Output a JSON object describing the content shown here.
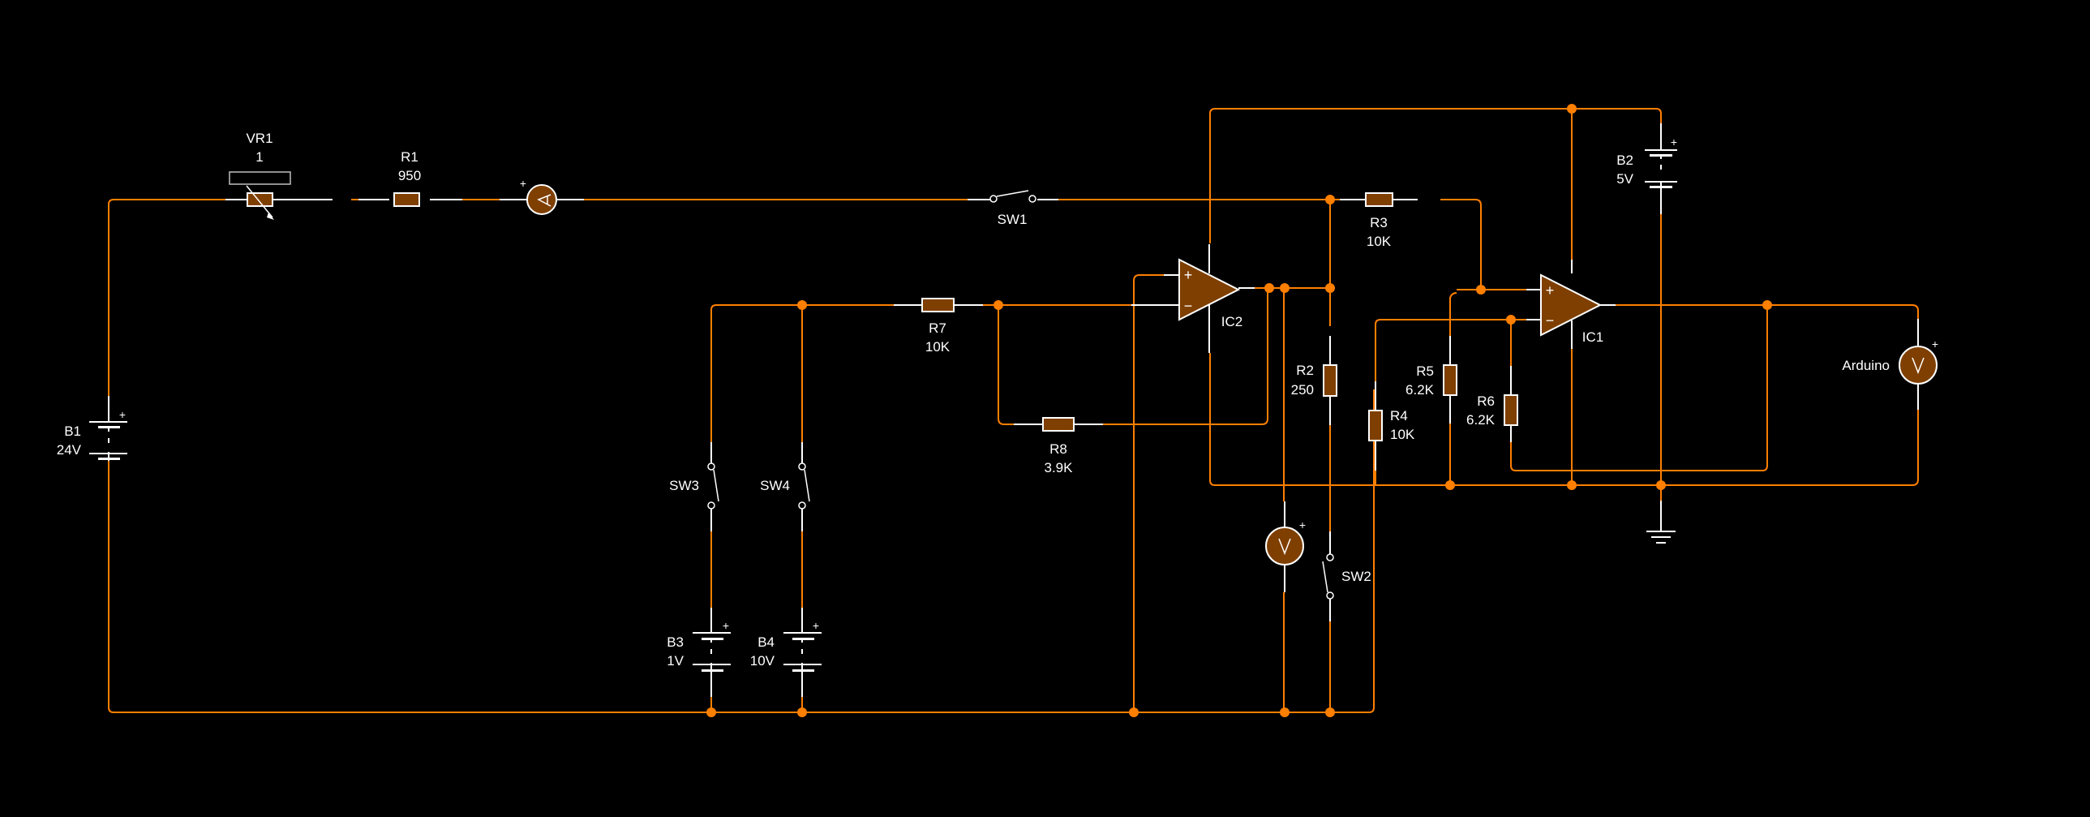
{
  "schematic": {
    "background_color": "#000000",
    "wire_color": "#ff7f00",
    "component_fill": "#7f3f00",
    "lead_color": "#ffffff"
  },
  "components": {
    "VR1": {
      "name": "VR1",
      "value": "1"
    },
    "R1": {
      "name": "R1",
      "value": "950"
    },
    "ammeter": {
      "symbol": "A",
      "polarity": "+"
    },
    "SW1": {
      "name": "SW1"
    },
    "R3": {
      "name": "R3",
      "value": "10K"
    },
    "B2": {
      "name": "B2",
      "value": "5V",
      "polarity": "+"
    },
    "B1": {
      "name": "B1",
      "value": "24V",
      "polarity": "+"
    },
    "R7": {
      "name": "R7",
      "value": "10K"
    },
    "R8": {
      "name": "R8",
      "value": "3.9K"
    },
    "IC2": {
      "name": "IC2",
      "plus": "+",
      "minus": "−"
    },
    "IC1": {
      "name": "IC1",
      "plus": "+",
      "minus": "−"
    },
    "R2": {
      "name": "R2",
      "value": "250"
    },
    "R4": {
      "name": "R4",
      "value": "10K"
    },
    "R5": {
      "name": "R5",
      "value": "6.2K"
    },
    "R6": {
      "name": "R6",
      "value": "6.2K"
    },
    "voltmeter1": {
      "symbol": "V",
      "polarity": "+"
    },
    "arduino": {
      "name": "Arduino",
      "symbol": "V",
      "polarity": "+"
    },
    "SW2": {
      "name": "SW2"
    },
    "SW3": {
      "name": "SW3"
    },
    "SW4": {
      "name": "SW4"
    },
    "B3": {
      "name": "B3",
      "value": "1V",
      "polarity": "+"
    },
    "B4": {
      "name": "B4",
      "value": "10V",
      "polarity": "+"
    }
  }
}
